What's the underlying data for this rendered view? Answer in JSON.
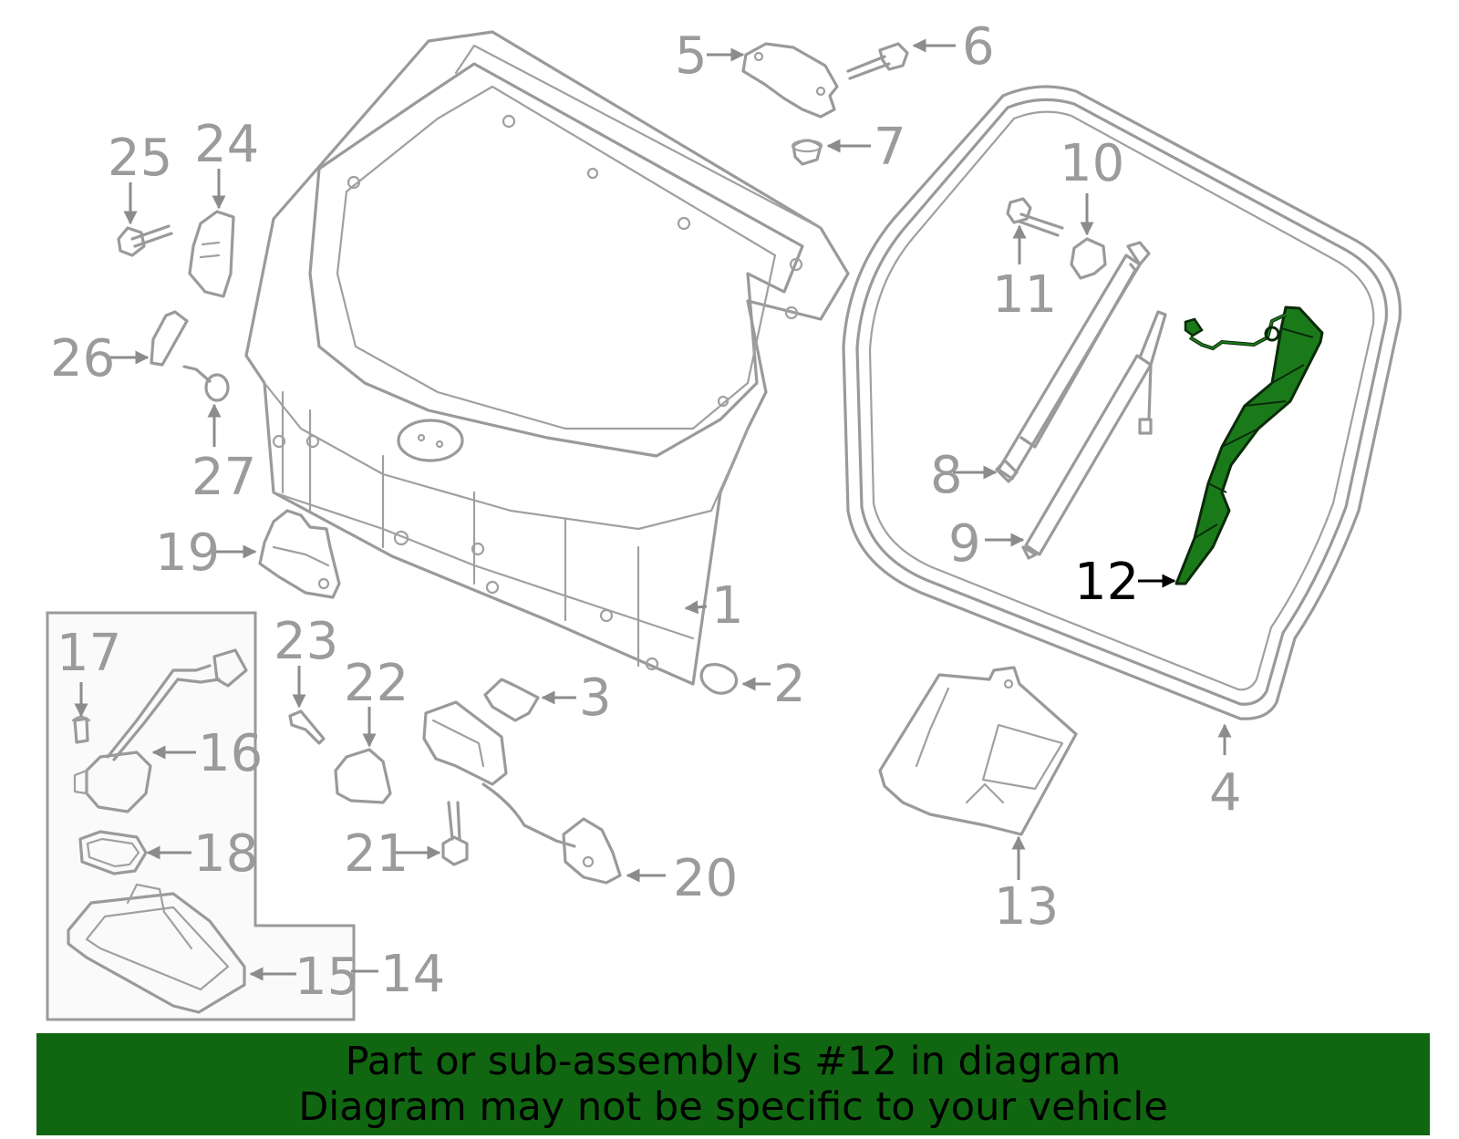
{
  "colors": {
    "line": "#9a9a9a",
    "highlight": "#116611",
    "banner_bg": "#116611",
    "banner_text": "#000000",
    "selected_label": "#000000"
  },
  "callouts": {
    "c1": "1",
    "c2": "2",
    "c3": "3",
    "c4": "4",
    "c5": "5",
    "c6": "6",
    "c7": "7",
    "c8": "8",
    "c9": "9",
    "c10": "10",
    "c11": "11",
    "c12": "12",
    "c13": "13",
    "c14": "14",
    "c15": "15",
    "c16": "16",
    "c17": "17",
    "c18": "18",
    "c19": "19",
    "c20": "20",
    "c21": "21",
    "c22": "22",
    "c23": "23",
    "c24": "24",
    "c25": "25",
    "c26": "26",
    "c27": "27"
  },
  "selected_part": "12",
  "banner": {
    "line1": "Part or sub-assembly is #12 in diagram",
    "line2": "Diagram may not be specific to your vehicle"
  }
}
